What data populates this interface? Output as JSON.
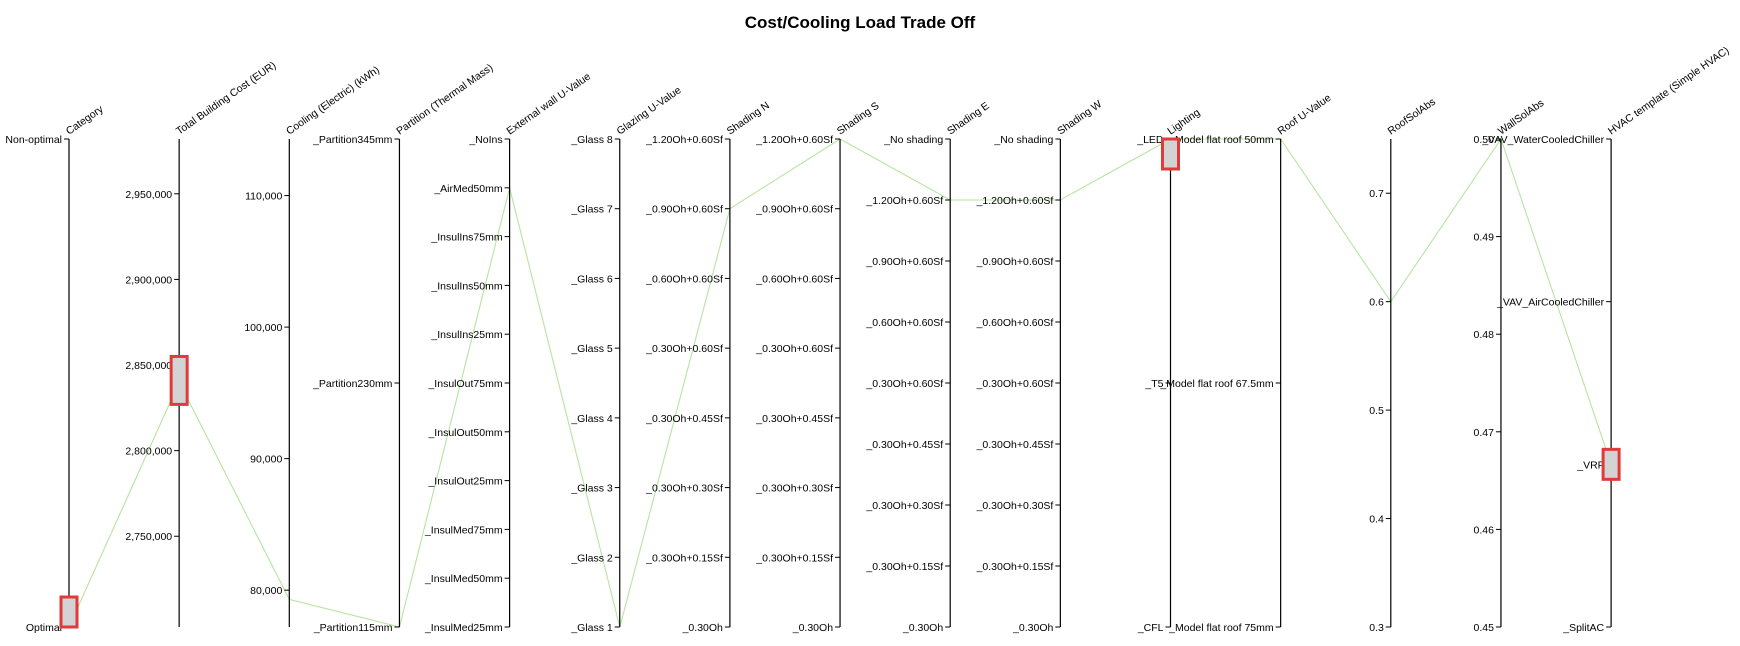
{
  "chart_data": {
    "type": "parallel-coordinates",
    "title": "Cost/Cooling Load Trade Off",
    "series_color": "#b5e5a0",
    "brush_color": "#e03a3a",
    "axes": [
      {
        "name": "Category",
        "kind": "categorical",
        "ticks": [
          "Non-optimal",
          "Optimal"
        ],
        "value": "Optimal",
        "brush": [
          "Optimal",
          "Optimal"
        ]
      },
      {
        "name": "Total Building Cost (EUR)",
        "kind": "numeric",
        "domain": [
          2697000,
          2982000
        ],
        "ticks": [
          "2,950,000",
          "2,900,000",
          "2,850,000",
          "2,800,000",
          "2,750,000"
        ],
        "tick_values": [
          2950000,
          2900000,
          2850000,
          2800000,
          2750000
        ],
        "value": 2840000,
        "brush": [
          2827000,
          2855000
        ]
      },
      {
        "name": "Cooling (Electric) (kWh)",
        "kind": "numeric",
        "domain": [
          77200,
          114300
        ],
        "ticks": [
          "110,000",
          "100,000",
          "90,000",
          "80,000"
        ],
        "tick_values": [
          110000,
          100000,
          90000,
          80000
        ],
        "value": 79300
      },
      {
        "name": "Partition (Thermal Mass)",
        "kind": "categorical",
        "ticks": [
          "_Partition345mm",
          "_Partition230mm",
          "_Partition115mm"
        ],
        "value": "_Partition115mm"
      },
      {
        "name": "External wall U-Value",
        "kind": "categorical",
        "ticks": [
          "_NoIns",
          "_AirMed50mm",
          "_InsulIns75mm",
          "_InsulIns50mm",
          "_InsulIns25mm",
          "_InsulOut75mm",
          "_InsulOut50mm",
          "_InsulOut25mm",
          "_InsulMed75mm",
          "_InsulMed50mm",
          "_InsulMed25mm"
        ],
        "value": "_AirMed50mm"
      },
      {
        "name": "Glazing U-Value",
        "kind": "categorical",
        "ticks": [
          "_Glass 8",
          "_Glass 7",
          "_Glass 6",
          "_Glass 5",
          "_Glass 4",
          "_Glass 3",
          "_Glass 2",
          "_Glass 1"
        ],
        "value": "_Glass 1"
      },
      {
        "name": "Shading N",
        "kind": "categorical",
        "ticks": [
          "_1.20Oh+0.60Sf",
          "_0.90Oh+0.60Sf",
          "_0.60Oh+0.60Sf",
          "_0.30Oh+0.60Sf",
          "_0.30Oh+0.45Sf",
          "_0.30Oh+0.30Sf",
          "_0.30Oh+0.15Sf",
          "_0.30Oh"
        ],
        "value": "_0.90Oh+0.60Sf"
      },
      {
        "name": "Shading S",
        "kind": "categorical",
        "ticks": [
          "_1.20Oh+0.60Sf",
          "_0.90Oh+0.60Sf",
          "_0.60Oh+0.60Sf",
          "_0.30Oh+0.60Sf",
          "_0.30Oh+0.45Sf",
          "_0.30Oh+0.30Sf",
          "_0.30Oh+0.15Sf",
          "_0.30Oh"
        ],
        "value": "_1.20Oh+0.60Sf"
      },
      {
        "name": "Shading E",
        "kind": "categorical",
        "ticks": [
          "_No shading",
          "_1.20Oh+0.60Sf",
          "_0.90Oh+0.60Sf",
          "_0.60Oh+0.60Sf",
          "_0.30Oh+0.60Sf",
          "_0.30Oh+0.45Sf",
          "_0.30Oh+0.30Sf",
          "_0.30Oh+0.15Sf",
          "_0.30Oh"
        ],
        "value": "_1.20Oh+0.60Sf"
      },
      {
        "name": "Shading W",
        "kind": "categorical",
        "ticks": [
          "_No shading",
          "_1.20Oh+0.60Sf",
          "_0.90Oh+0.60Sf",
          "_0.60Oh+0.60Sf",
          "_0.30Oh+0.60Sf",
          "_0.30Oh+0.45Sf",
          "_0.30Oh+0.30Sf",
          "_0.30Oh+0.15Sf",
          "_0.30Oh"
        ],
        "value": "_1.20Oh+0.60Sf"
      },
      {
        "name": "Lighting",
        "kind": "categorical",
        "ticks": [
          "_LED",
          "_T5",
          "_CFL"
        ],
        "value": "_LED",
        "brush": [
          "_LED",
          "_LED"
        ]
      },
      {
        "name": "Roof U-Value",
        "kind": "categorical",
        "ticks": [
          "_Model flat roof 50mm",
          "_Model flat roof 67.5mm",
          "_Model flat roof 75mm"
        ],
        "value": "_Model flat roof 50mm"
      },
      {
        "name": "RoofSolAbs",
        "kind": "numeric",
        "domain": [
          0.3,
          0.75
        ],
        "ticks": [
          "0.7",
          "0.6",
          "0.5",
          "0.4",
          "0.3"
        ],
        "tick_values": [
          0.7,
          0.6,
          0.5,
          0.4,
          0.3
        ],
        "value": 0.6
      },
      {
        "name": "WallSolAbs",
        "kind": "numeric",
        "domain": [
          0.45,
          0.5
        ],
        "ticks": [
          "0.50",
          "0.49",
          "0.48",
          "0.47",
          "0.46",
          "0.45"
        ],
        "tick_values": [
          0.5,
          0.49,
          0.48,
          0.47,
          0.46,
          0.45
        ],
        "value": 0.5
      },
      {
        "name": "HVAC template (Simple HVAC)",
        "kind": "categorical",
        "ticks": [
          "_VAV_WaterCooledChiller",
          "_VAV_AirCooledChiller",
          "_VRF",
          "_SplitAC"
        ],
        "value": "_VRF",
        "brush": [
          "_VRF",
          "_VRF"
        ]
      }
    ]
  }
}
